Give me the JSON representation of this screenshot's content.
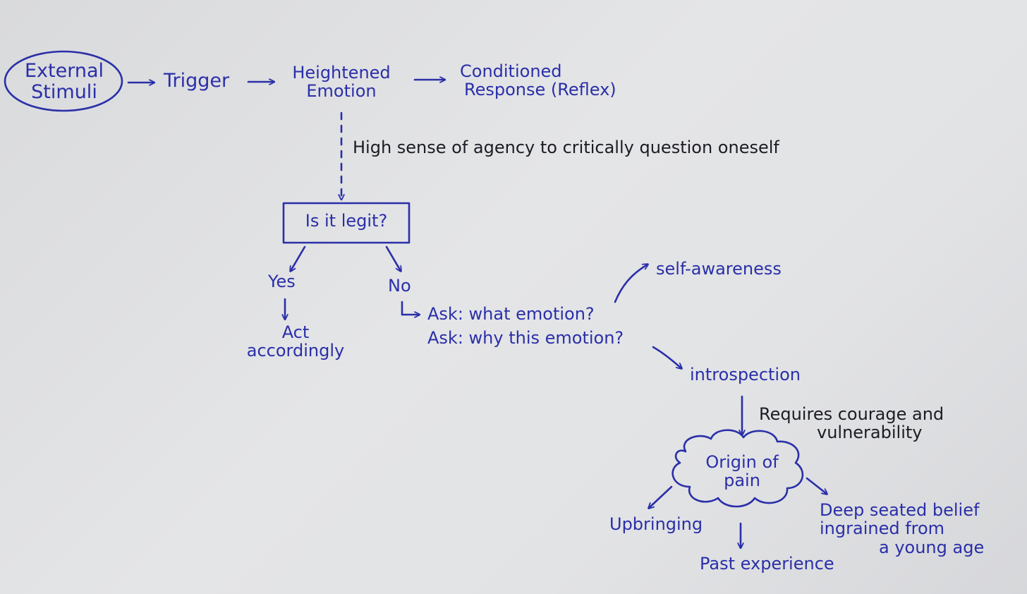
{
  "colors": {
    "ink_blue": "#2a2fa8",
    "ink_black": "#1c1c24",
    "paper": "#e2e3e5"
  },
  "nodes": {
    "external_stimuli": {
      "line1": "External",
      "line2": "Stimuli"
    },
    "trigger": "Trigger",
    "heightened_emotion": {
      "line1": "Heightened",
      "line2": "Emotion"
    },
    "conditioned_response": {
      "line1": "Conditioned",
      "line2": "Response (Reflex)"
    },
    "agency_note": "High sense of agency to critically question oneself",
    "is_it_legit": "Is it legit?",
    "yes": "Yes",
    "act_accordingly": {
      "line1": "Act",
      "line2": "accordingly"
    },
    "no": "No",
    "ask_what": "Ask: what emotion?",
    "ask_why": "Ask: why this emotion?",
    "self_awareness": "self-awareness",
    "introspection": "introspection",
    "courage_note": {
      "line1": "Requires courage and",
      "line2": "vulnerability"
    },
    "origin_of_pain": {
      "line1": "Origin of",
      "line2": "pain"
    },
    "upbringing": "Upbringing",
    "past_experience": "Past experience",
    "deep_belief": {
      "line1": "Deep seated belief",
      "line2": "ingrained from",
      "line3": "a young age"
    }
  }
}
